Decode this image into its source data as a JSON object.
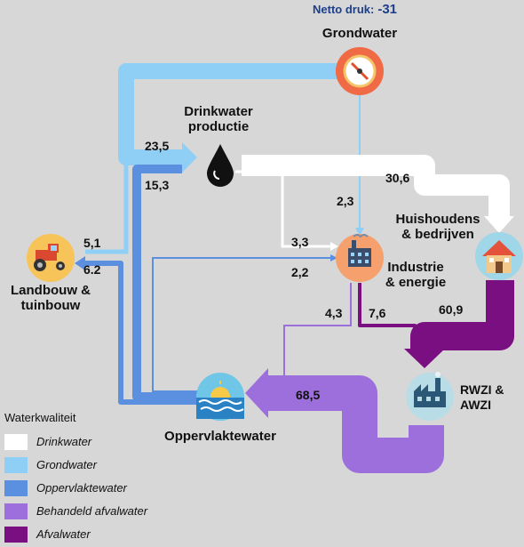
{
  "pressure": {
    "label": "Netto druk:",
    "value": "-31"
  },
  "nodes": {
    "grondwater": "Grondwater",
    "drinkwater": [
      "Drinkwater",
      "productie"
    ],
    "huishoudens": [
      "Huishoudens",
      "& bedrijven"
    ],
    "industrie": [
      "Industrie",
      "& energie"
    ],
    "landbouw": [
      "Landbouw &",
      "tuinbouw"
    ],
    "rwzi": [
      "RWZI &",
      "AWZI"
    ],
    "oppervlaktewater": "Oppervlaktewater"
  },
  "flows": {
    "gw_to_drink": "23,5",
    "ow_to_drink": "15,3",
    "drink_to_huis": "30,6",
    "gw_to_ind": "2,3",
    "drink_to_ind": "3,3",
    "ow_to_ind": "2,2",
    "gw_to_land": "5,1",
    "ow_to_land": "6.2",
    "ind_to_ow": "4,3",
    "ind_to_rwzi": "7,6",
    "huis_to_rwzi": "60,9",
    "rwzi_to_ow": "68,5"
  },
  "legend": {
    "title": "Waterkwaliteit",
    "items": [
      {
        "label": "Drinkwater",
        "color": "#ffffff"
      },
      {
        "label": "Grondwater",
        "color": "#8fcff5"
      },
      {
        "label": "Oppervlaktewater",
        "color": "#5b8fe0"
      },
      {
        "label": "Behandeld afvalwater",
        "color": "#9c6fdc"
      },
      {
        "label": "Afvalwater",
        "color": "#7a0f82"
      }
    ]
  }
}
